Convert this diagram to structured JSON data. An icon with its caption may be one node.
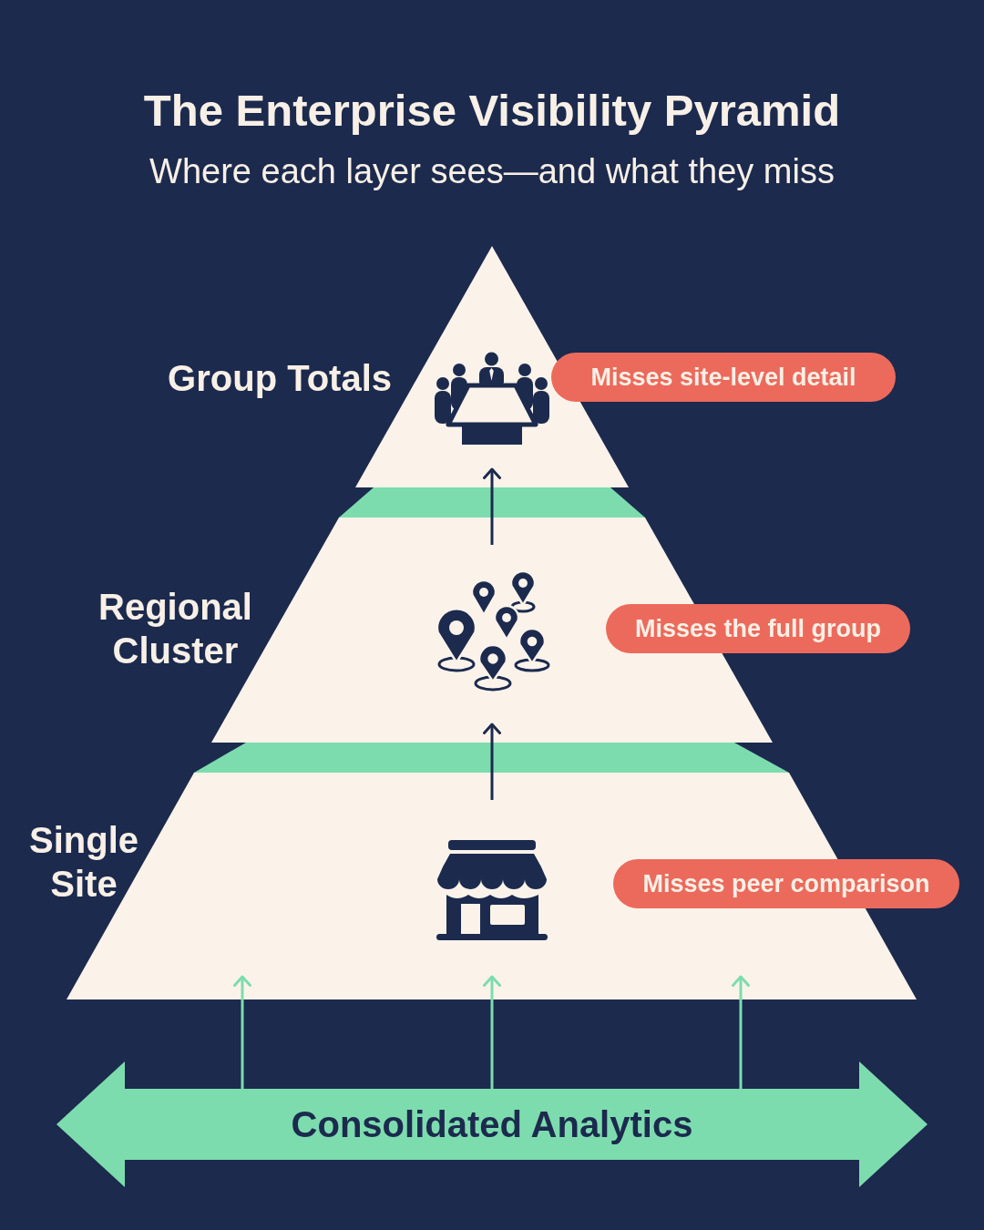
{
  "diagram": {
    "title": "The Enterprise Visibility Pyramid",
    "nodes": [
      {
        "text": [
          "Group Totals"
        ]
      },
      {
        "text": [
          "Misses site-level detail"
        ]
      },
      {
        "text": [
          "Regional Cluster"
        ]
      },
      {
        "text": [
          "Misses the full group"
        ]
      },
      {
        "text": [
          "Single Site"
        ]
      },
      {
        "text": [
          "Misses peer comparison"
        ]
      },
      {
        "text": [
          "Consolidated Analytics"
        ]
      }
    ],
    "edges": [
      {
        "from": 2,
        "to": 0,
        "arrow": "to",
        "color": "#1c2a4e"
      },
      {
        "from": 4,
        "to": 2,
        "arrow": "to",
        "color": "#1c2a4e"
      },
      {
        "from": 6,
        "to": 4,
        "arrow": "to"
      },
      {
        "from": 6,
        "to": 4,
        "arrow": "to"
      },
      {
        "from": 6,
        "to": 4,
        "arrow": "to"
      }
    ],
    "labels": [
      "Where each layer sees—and what they miss"
    ]
  }
}
